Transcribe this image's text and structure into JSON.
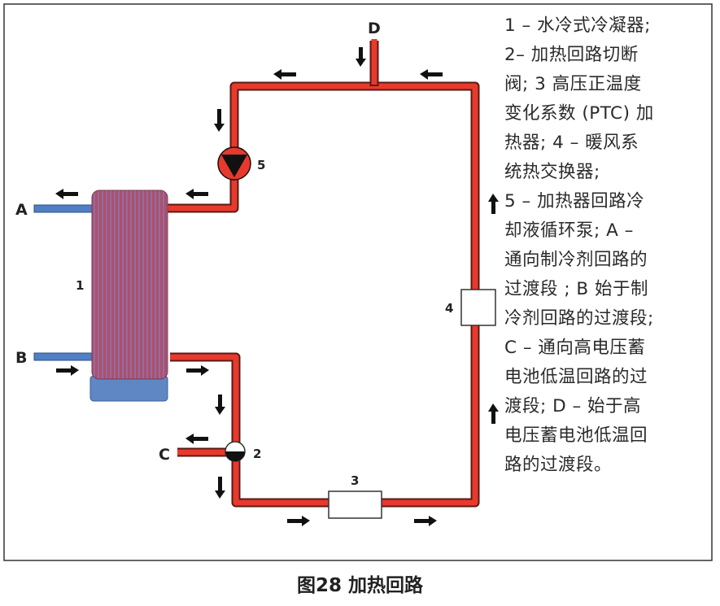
{
  "figure": {
    "title": "图28 加热回路",
    "caption_lines": [
      "1 – 水冷式冷凝器;",
      "2– 加热回路切断",
      "阀; 3 高压正温度",
      "变化系数 (PTC) 加",
      "热器; 4 – 暖风系",
      "统热交换器;",
      "5 – 加热器回路冷",
      "却液循环泵; A –",
      "通向制冷剂回路的",
      "过渡段 ; B 始于制",
      "冷剂回路的过渡段;",
      "C – 通向高电压蓄",
      "电池低温回路的过",
      "渡段; D – 始于高",
      "电压蓄电池低温回",
      "路的过渡段。"
    ]
  },
  "diagram": {
    "component_labels": {
      "condenser": "1",
      "shutoff_valve": "2",
      "ptc_heater": "3",
      "heat_exchanger": "4",
      "pump": "5"
    },
    "port_labels": {
      "a": "A",
      "b": "B",
      "c": "C",
      "d": "D"
    },
    "colors": {
      "pipe": "#e8392d",
      "pipe_edge": "#5a1a14",
      "refrigerant_pipe": "#4f7fc4",
      "condenser_body": "#a84f6a",
      "condenser_base": "#5f87c4",
      "pump_fill": "#e8392d",
      "arrow": "#111111",
      "frame": "#333333"
    }
  }
}
